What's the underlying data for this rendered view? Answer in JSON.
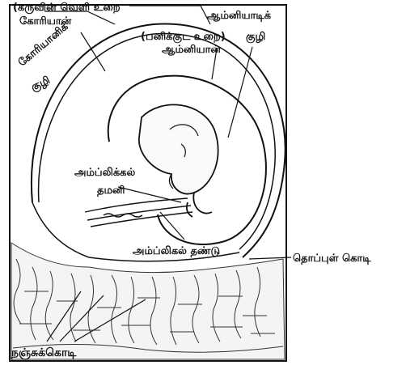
{
  "labels": {
    "chorion_outer": "(கருவின் வெளி உறை",
    "chorion": "கோரியான்",
    "chorionic_cavity_1": "கோரியானிக்",
    "chorionic_cavity_2": "குழி",
    "amniotic_cavity_1": "ஆம்னியாடிக்",
    "amniotic_cavity_2": "குழி",
    "amnion_note": "(பனிக்குட உறை)",
    "amnion": "ஆம்னியான்",
    "umbilical_artery_1": "அம்ப்லிக்கல்",
    "umbilical_artery_2": "தமனி",
    "umbilical_stalk": "அம்ப்லிகல் தண்டு",
    "umbilical_cord": "தொப்புள் கொடி",
    "placenta": "நஞ்சுக்கொடி"
  },
  "colors": {
    "ink": "#111111",
    "paper": "#ffffff",
    "shade": "#555555"
  }
}
